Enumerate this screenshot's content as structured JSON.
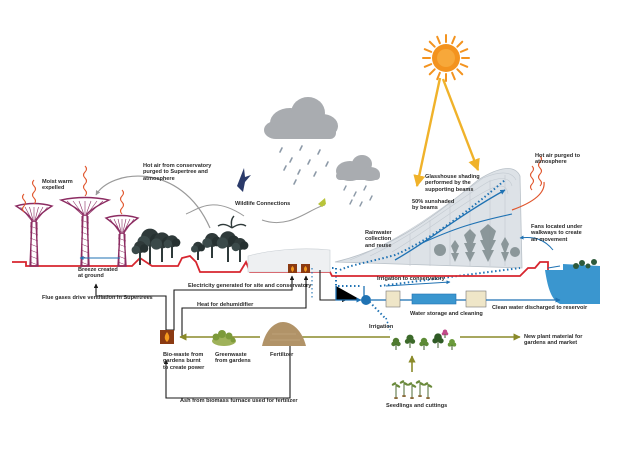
{
  "labels": {
    "moist_warm": [
      "Moist warm",
      "expelled"
    ],
    "hot_air_conservatory": [
      "Hot air from conservatory",
      "purged to Supertree and",
      "atmosphere"
    ],
    "wildlife": "Wildlife Connections",
    "breeze": [
      "Breeze created",
      "at ground"
    ],
    "flue_gases": "Flue gases drive ventilation in Supertrees",
    "electricity": "Electricity generated for site and conservatory",
    "heat_dehumidifier": "Heat for dehumidifier",
    "biowaste": [
      "Bio-waste from",
      "gardens burnt",
      "to create power"
    ],
    "greenwaste": [
      "Greenwaste",
      "from gardens"
    ],
    "fertilizer": "Fertilizer",
    "ash": "Ash from biomass furnace used for fertilizer",
    "rainwater": [
      "Rainwater",
      "collection",
      "and reuse"
    ],
    "glasshouse": [
      "Glasshouse shading",
      "performed by the",
      "supporting beams"
    ],
    "sunshaded": [
      "50% sunshaded",
      "by beams"
    ],
    "hot_air_atmosphere": [
      "Hot air purged to",
      "atmosphere"
    ],
    "fans": [
      "Fans located under",
      "walkways to create",
      "air movement"
    ],
    "irrigation_conservatory": "Irrigation to conservatory",
    "clean_water": "Clean water discharged to reservoir",
    "water_storage": "Water storage and cleaning",
    "irrigation": "Irrigation",
    "new_plant": [
      "New plant material for",
      "gardens and market"
    ],
    "seedlings": "Seedlings and cuttings"
  },
  "colors": {
    "sun": "#f3931f",
    "sun_ray": "#f0b22a",
    "cloud": "#a9acb0",
    "rain": "#8d9aa8",
    "ground_line": "#d7262f",
    "water_flow": "#1f72b3",
    "water": "#3a96cf",
    "glasshouse": "#c7cfd6",
    "supertree": "#8c2c62",
    "tree": "#2f3a3a",
    "olive_flow": "#8a8a2a",
    "black_line": "#1a1a1a",
    "heat_squiggle": "#e0552c",
    "fire": "#f59a1e",
    "furnace": "#8b3a12",
    "tank": "#efe6c8",
    "dome": "#b19368"
  }
}
